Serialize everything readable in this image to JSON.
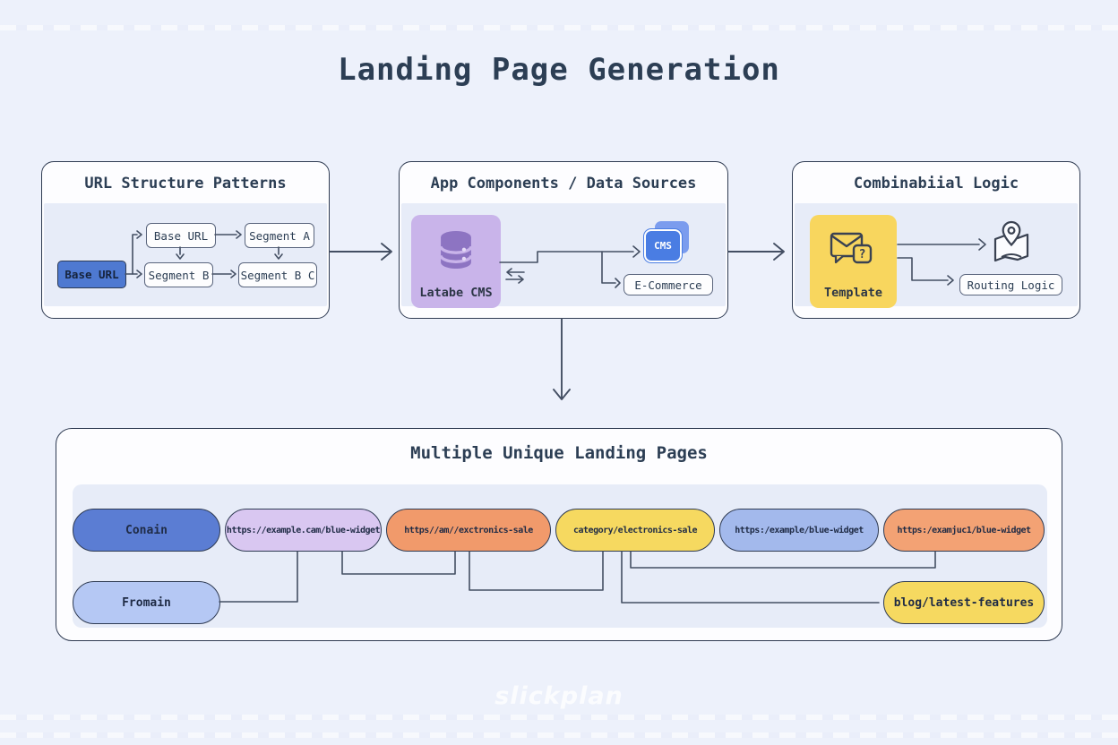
{
  "page": {
    "title": "Landing Page Generation",
    "watermark": "slickplan",
    "background": "#edf1fb"
  },
  "colors": {
    "ink": "#2c3e54",
    "line": "#444f63",
    "panel": "#e7ecf8",
    "box_border": "#2f3b52",
    "node_border": "#5a657d",
    "source_blue": "#4e79d1",
    "card_purple": "#c9b4ea",
    "db_purple": "#8d74c2",
    "cms_blue": "#4a7de3",
    "cms_back_blue": "#7b9cee",
    "card_yellow": "#f8d65e"
  },
  "url_box": {
    "title": "URL Structure Patterns",
    "source_label": "Base URL",
    "nodes": {
      "base_url": "Base URL",
      "segment_a": "Segment A",
      "segment_b": "Segment B",
      "segment_bc": "Segment B C"
    }
  },
  "components_box": {
    "title": "App Components / Data Sources",
    "database_card_label": "Latabe CMS",
    "cms_badge": "CMS",
    "ecommerce_label": "E-Commerce"
  },
  "logic_box": {
    "title": "Combinabiial Logic",
    "template_card_label": "Template",
    "template_badge": "?",
    "routing_label": "Routing Logic"
  },
  "landing_box": {
    "title": "Multiple Unique Landing Pages",
    "row1": [
      {
        "label": "Conain",
        "color": "#5b7dd3"
      },
      {
        "label": "https://example.cam/blue-widget",
        "color": "#d9c7f1"
      },
      {
        "label": "https//am//exctronics-sale",
        "color": "#f19a6b"
      },
      {
        "label": "category/electronics-sale",
        "color": "#f6d960"
      },
      {
        "label": "https:/example/blue-widget",
        "color": "#a3b9ec"
      },
      {
        "label": "https:/examjuc1/blue-widget",
        "color": "#f3a274"
      }
    ],
    "row2": [
      {
        "label": "Fromain",
        "color": "#b5c8f4"
      },
      {
        "label": "blog/latest-features",
        "color": "#f6d960"
      }
    ]
  },
  "icons": [
    "database-icon",
    "cms-pages-icon",
    "envelope-question-icon",
    "map-pin-icon",
    "sync-arrows-icon"
  ]
}
